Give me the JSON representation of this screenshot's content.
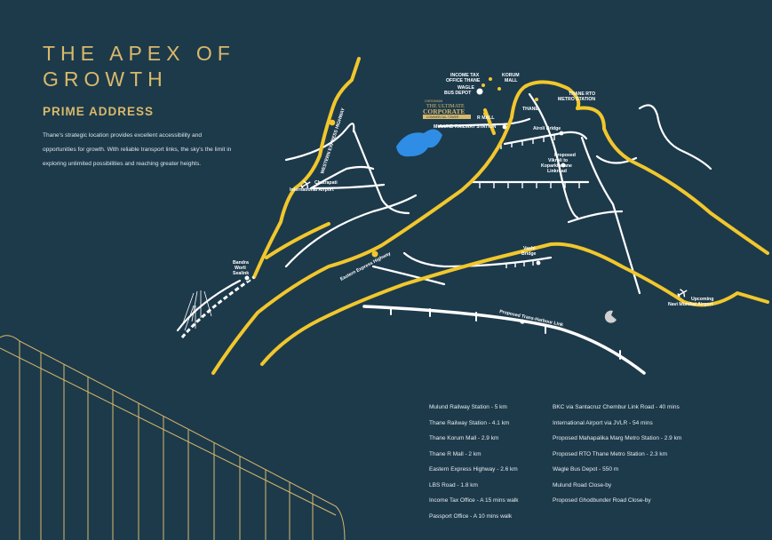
{
  "heading": {
    "title_line1": "THE APEX OF",
    "title_line2": "GROWTH",
    "subtitle": "PRIME ADDRESS"
  },
  "intro": {
    "line1": "Thane's strategic location provides excellent accessibility and",
    "line2": "opportunities for growth. With reliable transport links, the sky's the limit in",
    "line3": "exploring unlimited possibilities and reaching greater heights."
  },
  "map": {
    "labels": {
      "income_tax": [
        "INCOME TAX",
        "OFFICE THANE"
      ],
      "korum": [
        "KORUM",
        "MALL"
      ],
      "wagle": [
        "WAGLE",
        "BUS DEPOT"
      ],
      "project_pre": "CHROMIUM",
      "project_name": [
        "THE ULTIMATE",
        "CORPORATE"
      ],
      "project_tag": "COMMERCIAL TOWER",
      "rmall": "R MALL",
      "mulund": "MULUND RAILWAY STATION",
      "thane": "THANE",
      "rto_metro": [
        "THANE RTO",
        "METRO STATION"
      ],
      "airoli": "Airoli Bridge",
      "vikhroli": [
        "Proposed",
        "Vikroli to",
        "Koparkherane",
        "Linkroad"
      ],
      "chatrapati": [
        "Chatrapati",
        "International Airport"
      ],
      "western_highway": "WESTERN EXPRESS HIGHWAY",
      "eastern_highway": "Eastern Express Highway",
      "vashi": [
        "Vashi",
        "Bridge"
      ],
      "bandra": [
        "Bandra",
        "Worli",
        "Sealink"
      ],
      "trans_harbour": "Proposed Trans-Harbour Link",
      "navi_mumbai": [
        "Upcoming",
        "Navi Mumbai Airport"
      ]
    },
    "colors": {
      "background": "#1d3a4b",
      "highway": "#f2c72c",
      "road": "#ffffff",
      "accent": "#d9b96a",
      "lake": "#2f8de6"
    }
  },
  "distances": {
    "left": [
      "Mulund Railway Station - 5 km",
      "Thane Railway Station - 4.1 km",
      "Thane Korum Mall - 2.9  km",
      "Thane R Mall - 2 km",
      "Eastern Express Highway - 2.6 km",
      "LBS Road - 1.8 km",
      "Income Tax Office - A 15 mins walk",
      "Passport Office - A 10 mins walk"
    ],
    "right": [
      "BKC via Santacruz Chembur Link Road - 40 mins",
      "International Airport via JVLR - 54 mins",
      "Proposed Mahapalika Marg Metro Station - 2.9 km",
      "Proposed RTO Thane Metro Station - 2.3 km",
      "Wagle Bus Depot - 550 m",
      "Mulund Road Close-by",
      "Proposed Ghodbunder Road Close-by"
    ]
  }
}
